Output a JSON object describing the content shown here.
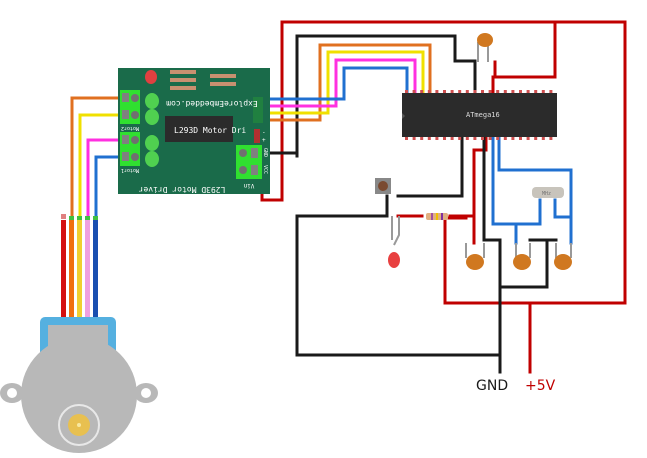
{
  "diagram": {
    "type": "breadboard-circuit",
    "description": "ATmega16 driving a stepper motor through an L293D motor driver board"
  },
  "motor_driver_board": {
    "title": "L293D Motor Driver",
    "website": "ExploreEmbedded.com",
    "chip_label": "L293D Motor Dri",
    "terminal_labels": {
      "motor1": "Motor1",
      "motor2": "Motor2",
      "vin": "Vin",
      "vcc": "VCC",
      "gnd": "GND",
      "minus": "-",
      "plus": "+"
    },
    "color": "#1a6b4a"
  },
  "microcontroller": {
    "label": "ATmega16",
    "color": "#2b2b2b"
  },
  "crystal": {
    "label": "MHz"
  },
  "power_rails": {
    "gnd_label": "GND",
    "vcc_label": "+5V",
    "gnd_color": "#1a1a1a",
    "vcc_color": "#c00000"
  },
  "stepper_motor": {
    "wire_colors": [
      "#d41010",
      "#f07010",
      "#f0d030",
      "#f0a0e0",
      "#1a4fb0"
    ]
  },
  "wire_colors": {
    "orange": "#e07020",
    "yellow": "#f0e000",
    "magenta": "#ff30e0",
    "blue": "#2070d0",
    "red": "#c00000",
    "black": "#1a1a1a"
  },
  "components": {
    "push_button": "reset-button",
    "led": "red-led",
    "resistor": "resistor",
    "capacitors": [
      "decoupling-capacitor",
      "reset-capacitor",
      "crystal-capacitor-1",
      "crystal-capacitor-2"
    ]
  }
}
